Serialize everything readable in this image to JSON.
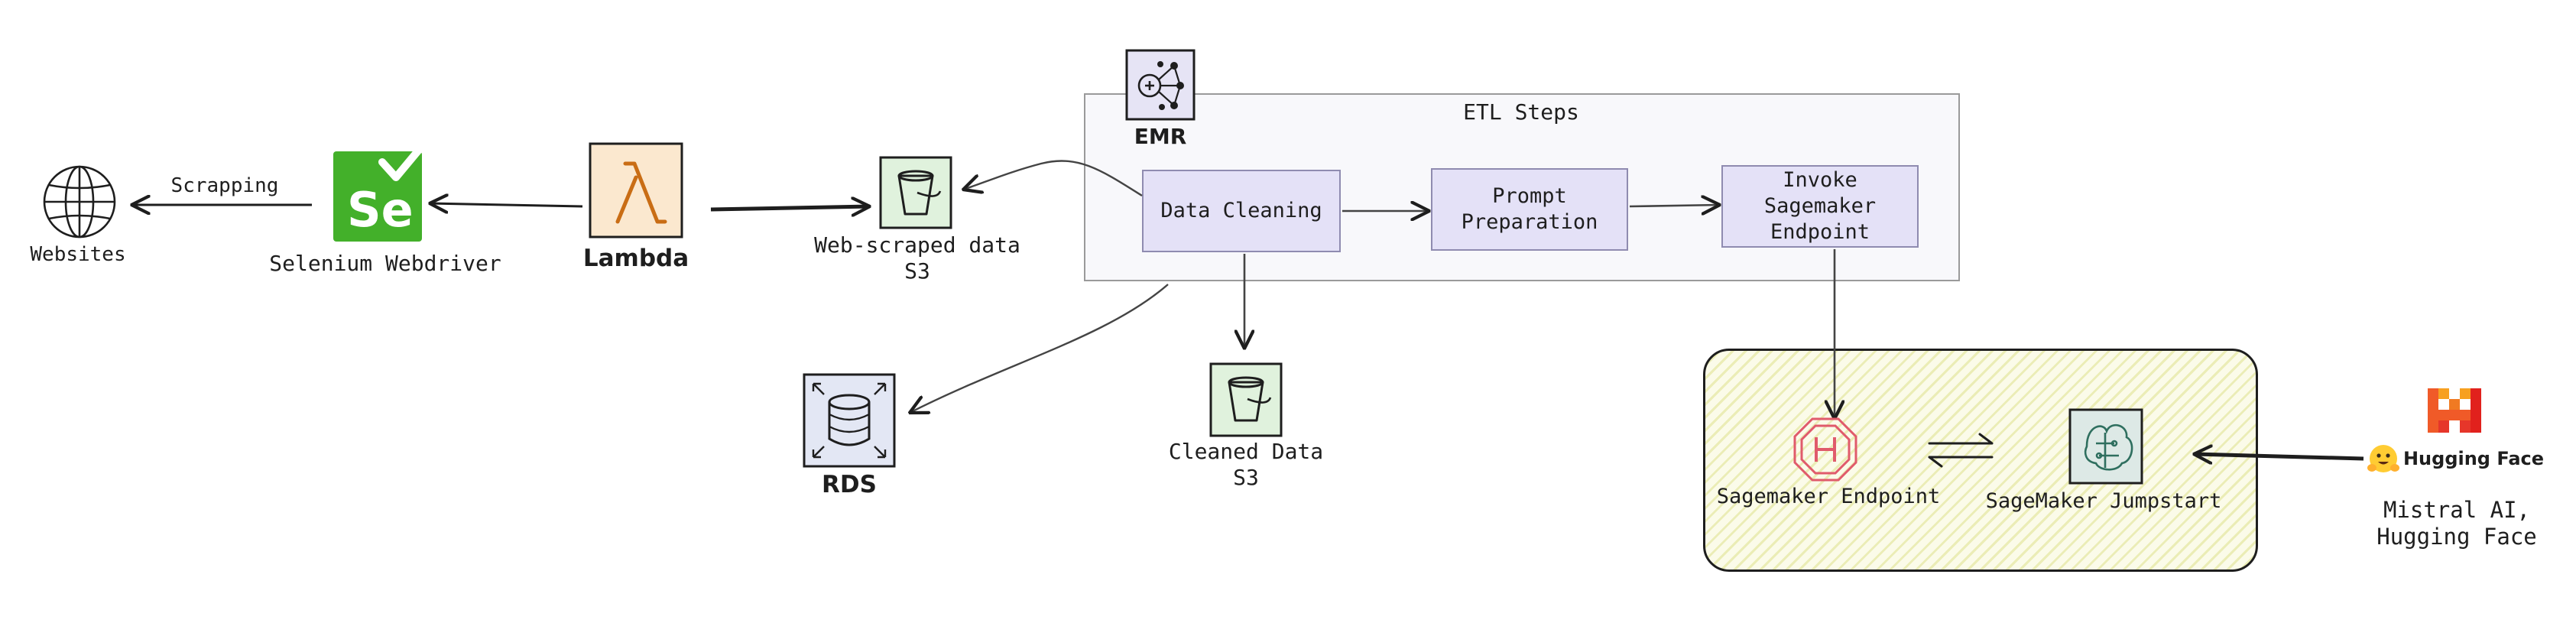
{
  "nodes": {
    "websites": "Websites",
    "selenium": "Selenium Webdriver",
    "lambda": "Lambda",
    "s3_raw_line1": "Web-scraped data",
    "s3_raw_line2": "S3",
    "emr": "EMR",
    "etl_title": "ETL Steps",
    "data_cleaning": "Data Cleaning",
    "prompt_line1": "Prompt",
    "prompt_line2": "Preparation",
    "invoke_line1": "Invoke Sagemaker",
    "invoke_line2": "Endpoint",
    "rds": "RDS",
    "s3_clean_line1": "Cleaned Data",
    "s3_clean_line2": "S3",
    "sm_endpoint": "Sagemaker Endpoint",
    "sm_jumpstart": "SageMaker Jumpstart",
    "hf_logo": "Hugging Face",
    "models_line1": "Mistral AI,",
    "models_line2": "Hugging Face"
  },
  "edges": {
    "scrapping": "Scrapping"
  },
  "icons": {
    "selenium_text": "Se",
    "lambda_text": "λ"
  },
  "colors": {
    "selenium_green": "#43b02a",
    "lambda_bg": "#fbe8cf",
    "s3_bg": "#e0f2dd",
    "emr_bg": "#e6e4f5",
    "rds_bg": "#e3e7f4",
    "process_box": "#e4e1f7",
    "hatched_panel": "#fbfbe9",
    "mistral_orange": "#f05a28",
    "hf_yellow": "#ffcc33"
  }
}
